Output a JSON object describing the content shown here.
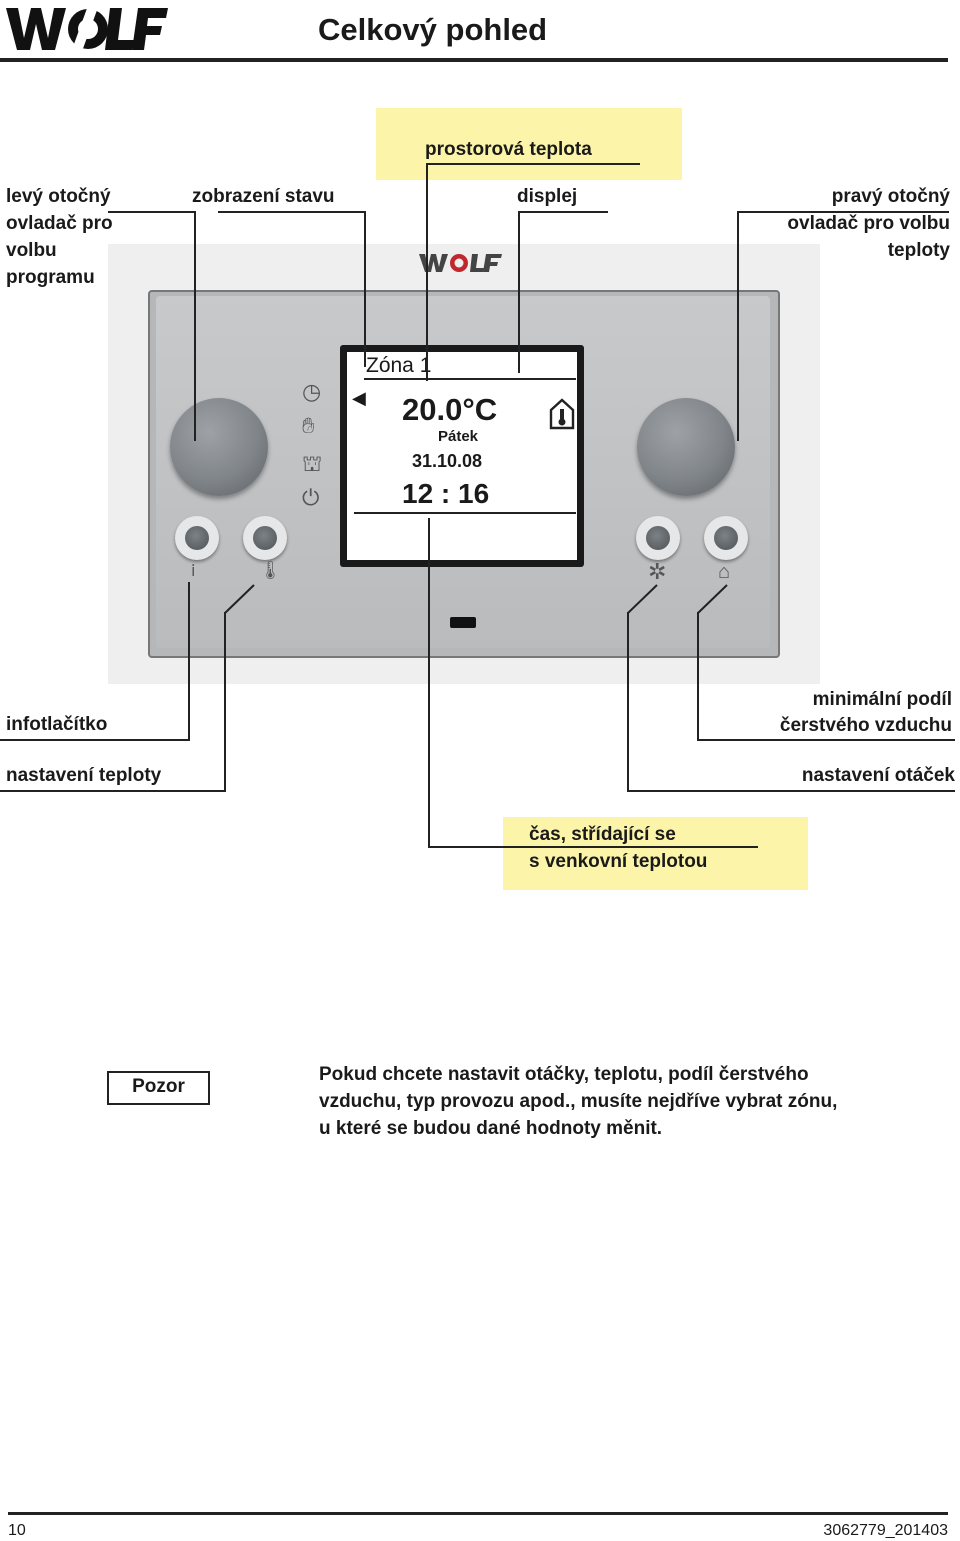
{
  "header": {
    "logo_text": "WOLF",
    "title": "Celkový pohled"
  },
  "labels": {
    "room_temp": "prostorová teplota",
    "left_knob_1": "levý otočný",
    "left_knob_2": "ovladač pro",
    "left_knob_3": "volbu",
    "left_knob_4": "programu",
    "status_display": "zobrazení stavu",
    "display": "displej",
    "right_knob_1": "pravý otočný",
    "right_knob_2": "ovladač pro volbu",
    "right_knob_3": "teploty",
    "info_button": "infotlačítko",
    "temp_setting": "nastavení teploty",
    "min_fresh_1": "minimální podíl",
    "min_fresh_2": "čerstvého vzduchu",
    "speed_setting": "nastavení otáček",
    "time_1": "čas, střídající se",
    "time_2": "s venkovní teplotou"
  },
  "device": {
    "brand": "WOLF",
    "screen": {
      "zone": "Zóna 1",
      "temperature": "20.0°C",
      "day": "Pátek",
      "date": "31.10.08",
      "time": "12 : 16"
    }
  },
  "note": {
    "badge": "Pozor",
    "line1": "Pokud chcete nastavit otáčky, teplotu, podíl čerstvého",
    "line2": "vzduchu, typ provozu apod., musíte nejdříve vybrat zónu,",
    "line3": "u které se budou dané hodnoty měnit."
  },
  "footer": {
    "page_number": "10",
    "doc_id": "3062779_201403"
  },
  "icons": [
    "clock-icon",
    "hand-icon",
    "vacation-icon",
    "standby-icon",
    "info-icon",
    "thermometer-icon",
    "fan-icon",
    "house-icon",
    "house-thermometer-icon"
  ]
}
